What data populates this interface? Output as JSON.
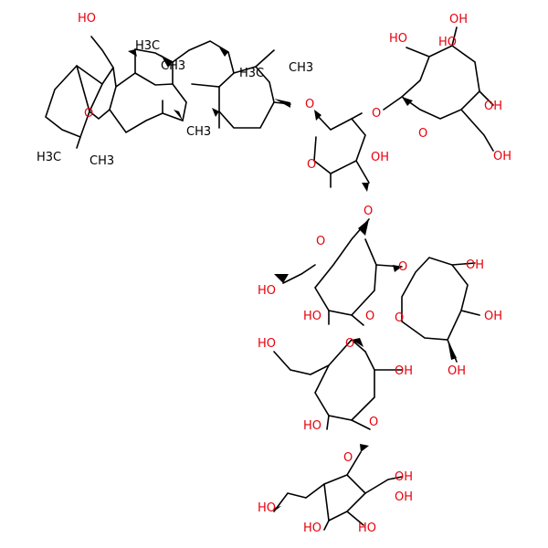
{
  "colors": {
    "bond": "#000000",
    "oxygen": "#e8000b",
    "carbon": "#000000",
    "background": "#ffffff"
  },
  "labels": {
    "oh_top": "HO",
    "ch3_a": "H3C",
    "ch3_b": "CH3",
    "ch3_c": "H3C",
    "ch3_d": "CH3",
    "o_bridge": "O",
    "ch3_e": "H3C",
    "ch3_f": "CH3",
    "ch3_g": "CH3",
    "o_link1": "O",
    "o_ring1": "O",
    "oh_1": "OH",
    "o_link2": "O",
    "o_ring2": "O",
    "oh_2a": "HO",
    "oh_2b": "HO",
    "oh_2c": "OH",
    "oh_2d": "OH",
    "oh_2e": "OH",
    "o_link3": "O",
    "o_ring3": "O",
    "oh_3a": "HO",
    "oh_3b": "HO",
    "o_link4": "O",
    "o_ring4": "O",
    "oh_4a": "OH",
    "oh_4b": "OH",
    "oh_4c": "OH",
    "o_link5": "O",
    "o_ring5": "O",
    "oh_5a": "HO",
    "oh_5b": "HO",
    "oh_5c": "OH",
    "o_link6": "O",
    "o_ring6": "O",
    "oh_6a": "HO",
    "oh_6b": "HO",
    "oh_6c": "HO",
    "oh_6d": "OH",
    "oh_6e": "OH"
  }
}
